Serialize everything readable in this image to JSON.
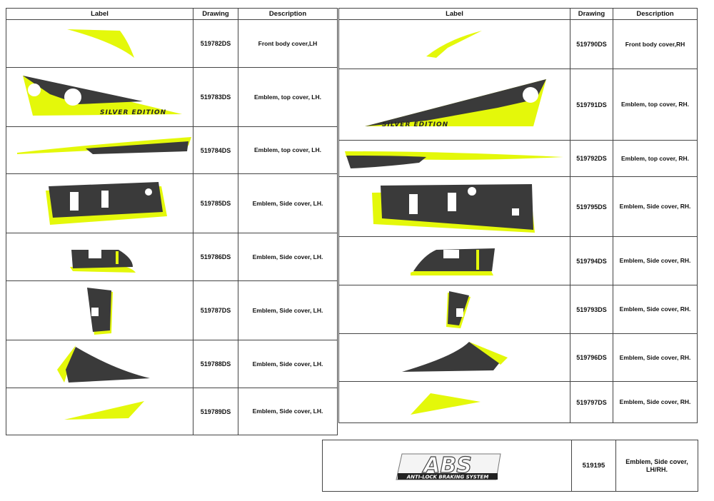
{
  "headers": {
    "label": "Label",
    "drawing": "Drawing",
    "description": "Description"
  },
  "colors": {
    "fluo_yellow": "#E4F80A",
    "dark_grey": "#3a3a3a",
    "border": "#444444"
  },
  "left_rows": [
    {
      "drawing": "519782DS",
      "description": "Front body cover,LH"
    },
    {
      "drawing": "519783DS",
      "description": "Emblem, top cover, LH.",
      "label_text": "SILVER EDITION"
    },
    {
      "drawing": "519784DS",
      "description": "Emblem, top cover, LH."
    },
    {
      "drawing": "519785DS",
      "description": "Emblem, Side cover, LH."
    },
    {
      "drawing": "519786DS",
      "description": "Emblem, Side cover, LH."
    },
    {
      "drawing": "519787DS",
      "description": "Emblem, Side cover, LH."
    },
    {
      "drawing": "519788DS",
      "description": "Emblem, Side cover, LH."
    },
    {
      "drawing": "519789DS",
      "description": "Emblem, Side cover, LH."
    }
  ],
  "right_rows": [
    {
      "drawing": "519790DS",
      "description": "Front body cover,RH"
    },
    {
      "drawing": "519791DS",
      "description": "Emblem, top cover, RH.",
      "label_text": "SILVER EDITION"
    },
    {
      "drawing": "519792DS",
      "description": "Emblem, top cover, RH."
    },
    {
      "drawing": "519795DS",
      "description": "Emblem, Side cover, RH."
    },
    {
      "drawing": "519794DS",
      "description": "Emblem, Side cover, RH."
    },
    {
      "drawing": "519793DS",
      "description": "Emblem, Side cover, RH."
    },
    {
      "drawing": "519796DS",
      "description": "Emblem, Side cover, RH."
    },
    {
      "drawing": "519797DS",
      "description": "Emblem, Side cover, RH."
    }
  ],
  "abs_row": {
    "drawing": "519195",
    "description": "Emblem, Side cover, LH/RH.",
    "logo_text": "ABS",
    "logo_subtext": "ANTI-LOCK BRAKING SYSTEM"
  }
}
